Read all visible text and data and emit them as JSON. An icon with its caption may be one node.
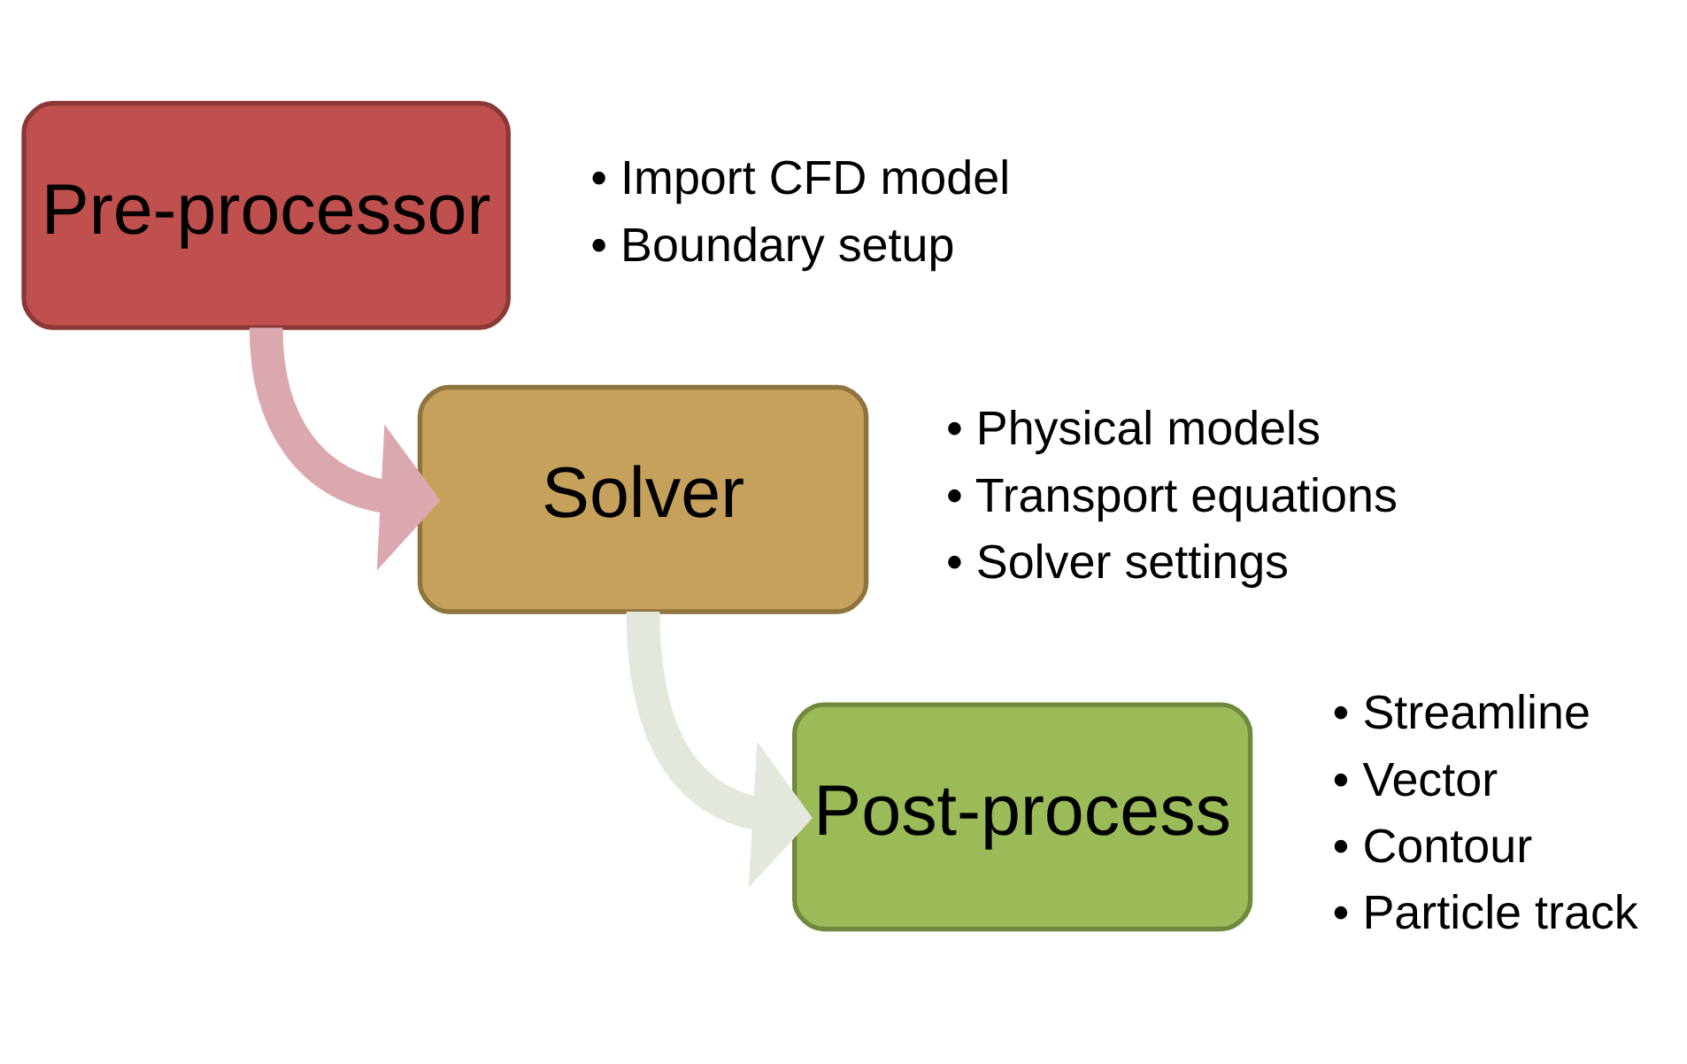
{
  "diagram": {
    "nodes": [
      {
        "text": [
          "Pre-processor"
        ],
        "beside": [
          "• Import CFD model",
          "• Boundary setup"
        ]
      },
      {
        "text": [
          "Solver"
        ],
        "beside": [
          "• Physical models",
          "• Transport equations",
          "• Solver settings"
        ]
      },
      {
        "text": [
          "Post-process"
        ],
        "beside": [
          "• Streamline",
          "• Vector",
          "• Contour",
          "• Particle track"
        ]
      }
    ],
    "edges": [
      {
        "from": 0,
        "to": 1,
        "arrow": "to",
        "color": "#dba8b0"
      },
      {
        "from": 1,
        "to": 2,
        "arrow": "to",
        "color": "#e2e8dc"
      }
    ]
  }
}
